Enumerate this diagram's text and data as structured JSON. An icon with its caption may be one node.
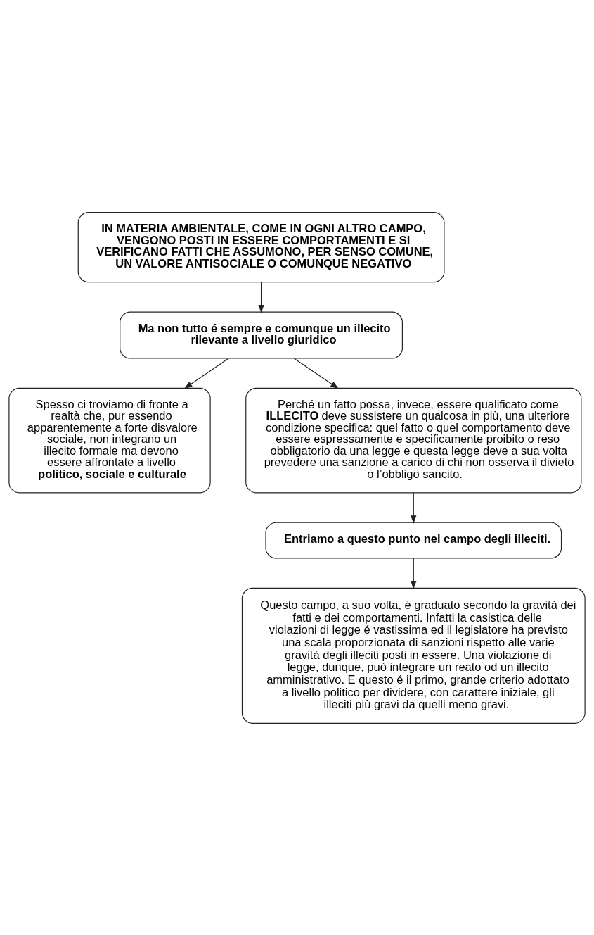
{
  "diagram": {
    "nodes": [
      {
        "text": [
          "IN MATERIA AMBIENTALE, COME IN OGNI ALTRO CAMPO, VENGONO POSTI IN ESSERE COMPORTAMENTI E SI VERIFICANO FATTI CHE ASSUMONO, PER SENSO COMUNE, UN VALORE ANTISOCIALE O COMUNQUE NEGATIVO"
        ]
      },
      {
        "text": [
          "Ma non tutto é sempre e comunque un illecito rilevante a livello giuridico"
        ]
      },
      {
        "text": [
          "Spesso ci troviamo di fronte a realtà che, pur essendo apparentemente a forte disvalore sociale, non integrano un illecito formale ma devono essere affrontate a livello **politico, sociale e culturale**"
        ]
      },
      {
        "text": [
          "Perché un fatto possa, invece, essere qualificato come **ILLECITO** deve sussistere un qualcosa in più, una ulteriore condizione specifica: quel fatto o quel comportamento deve essere espressamente e specificamente proibito o reso obbligatorio da una legge e questa legge deve a sua volta prevedere una sanzione a carico di chi non osserva il divieto o l’obbligo sancito."
        ]
      },
      {
        "text": [
          "Entriamo a questo punto nel campo degli illeciti."
        ]
      },
      {
        "text": [
          "Questo campo, a suo volta, é graduato secondo la gravità dei fatti e dei comportamenti. Infatti la casistica delle violazioni di legge é vastissima ed il legislatore ha previsto una scala proporzionata di sanzioni rispetto alle varie gravità degli illeciti posti in essere. Una violazione di legge, dunque, può integrare un reato od un illecito amministrativo. E questo é il primo, grande criterio adottato a livello politico per dividere, con carattere iniziale, gli illeciti più gravi da quelli meno gravi."
        ]
      }
    ],
    "edges": [
      {
        "from": 0,
        "to": 1,
        "arrow": "to"
      },
      {
        "from": 1,
        "to": 2,
        "arrow": "to"
      },
      {
        "from": 1,
        "to": 3,
        "arrow": "to"
      },
      {
        "from": 3,
        "to": 4,
        "arrow": "to"
      },
      {
        "from": 4,
        "to": 5,
        "arrow": "to"
      }
    ]
  }
}
